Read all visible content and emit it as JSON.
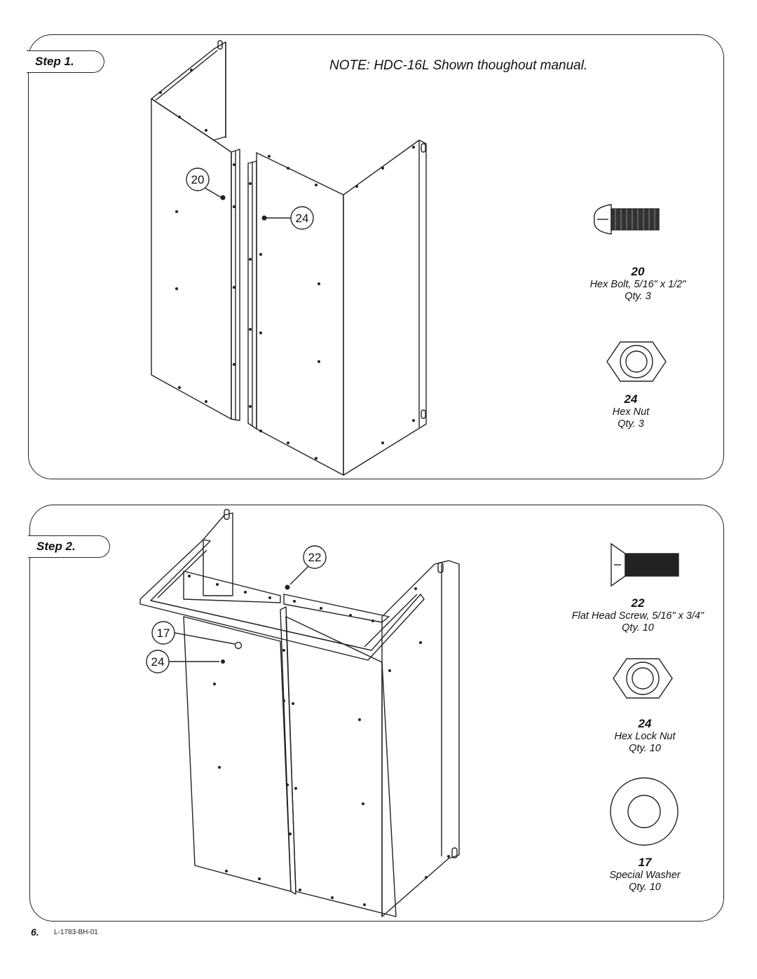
{
  "step1": {
    "label": "Step 1.",
    "note": "NOTE: HDC-16L Shown thoughout manual.",
    "callouts": [
      "20",
      "24"
    ],
    "parts": [
      {
        "number": "20",
        "description": "Hex Bolt, 5/16\" x 1/2\"",
        "qty": "Qty. 3",
        "icon": "hex-bolt-icon"
      },
      {
        "number": "24",
        "description": "Hex Nut",
        "qty": "Qty. 3",
        "icon": "hex-nut-icon"
      }
    ]
  },
  "step2": {
    "label": "Step 2.",
    "callouts": [
      "22",
      "17",
      "24"
    ],
    "parts": [
      {
        "number": "22",
        "description": "Flat Head Screw, 5/16\" x 3/4\"",
        "qty": "Qty. 10",
        "icon": "flat-head-screw-icon"
      },
      {
        "number": "24",
        "description": "Hex Lock Nut",
        "qty": "Qty. 10",
        "icon": "hex-lock-nut-icon"
      },
      {
        "number": "17",
        "description": "Special Washer",
        "qty": "Qty. 10",
        "icon": "special-washer-icon"
      }
    ]
  },
  "footer": {
    "page_number": "6.",
    "doc_code": "L-1783-BH-01"
  },
  "colors": {
    "line": "#222222",
    "background": "#ffffff"
  }
}
